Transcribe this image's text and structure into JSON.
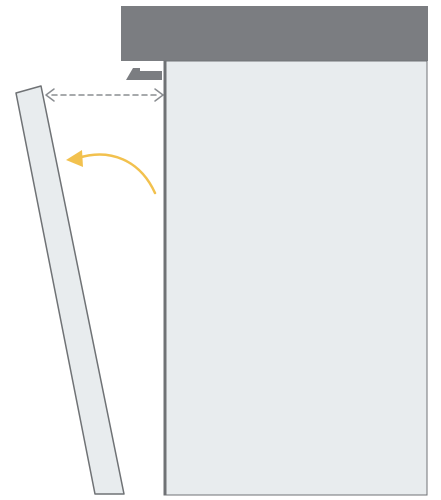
{
  "diagram": {
    "colors": {
      "background": "#ffffff",
      "countertop": "#7b7d81",
      "panel_fill": "#e8ecee",
      "panel_stroke": "#6f7275",
      "door_fill": "#e8ecee",
      "door_stroke": "#6f7275",
      "dimension_arrow": "#8a8d91",
      "motion_arrow": "#f2c14e"
    },
    "elements": {
      "countertop": "countertop",
      "appliance_front": "appliance-front-panel",
      "furniture_door": "furniture-door-panel",
      "gap_dimension": "double-headed-dashed-arrow",
      "tilt_motion": "curved-arrow-left"
    }
  }
}
